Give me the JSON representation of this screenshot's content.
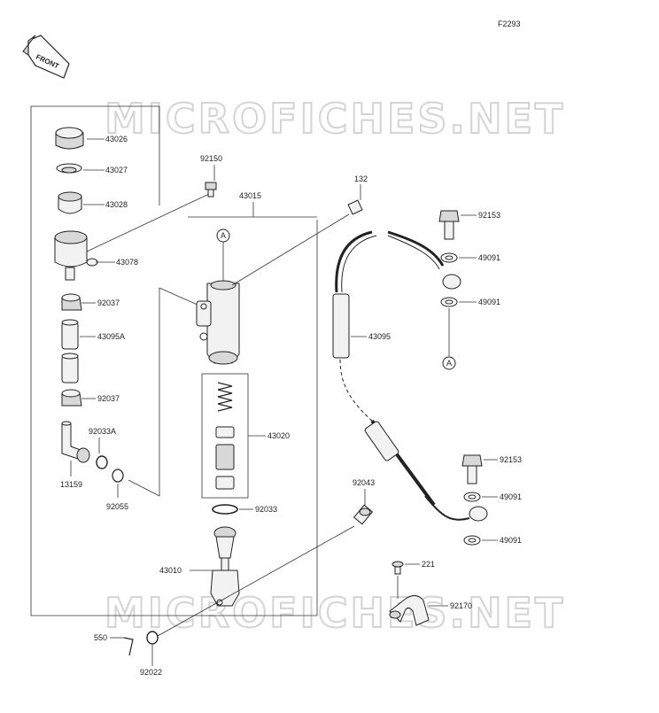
{
  "diagram": {
    "figure_code": "F2293",
    "front_label": "FRONT",
    "watermark": "MICROFICHES.NET",
    "ref_mark": "A",
    "labels": {
      "p43026": "43026",
      "p43027": "43027",
      "p43028": "43028",
      "p43078": "43078",
      "p92037a": "92037",
      "p43095A": "43095A",
      "p92037b": "92037",
      "p92033A": "92033A",
      "p13159": "13159",
      "p92055": "92055",
      "p92150": "92150",
      "p43015": "43015",
      "p132": "132",
      "p92153a": "92153",
      "p49091a": "49091",
      "p49091b": "49091",
      "p43095": "43095",
      "p43020": "43020",
      "p92033": "92033",
      "p92043": "92043",
      "p92153b": "92153",
      "p49091c": "49091",
      "p49091d": "49091",
      "p43010": "43010",
      "p221": "221",
      "p92170": "92170",
      "p550": "550",
      "p92022": "92022"
    }
  }
}
